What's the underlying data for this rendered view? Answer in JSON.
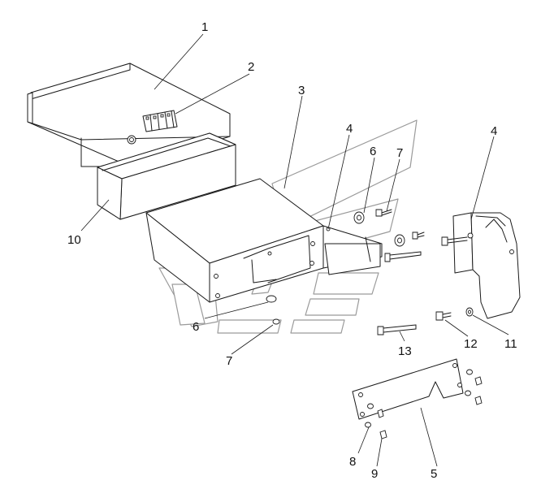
{
  "callouts": {
    "c1": "1",
    "c2": "2",
    "c3": "3",
    "c4a": "4",
    "c4b": "4",
    "c5": "5",
    "c6a": "6",
    "c6b": "6",
    "c7a": "7",
    "c7b": "7",
    "c8": "8",
    "c9": "9",
    "c10": "10",
    "c11": "11",
    "c12": "12",
    "c13": "13"
  }
}
